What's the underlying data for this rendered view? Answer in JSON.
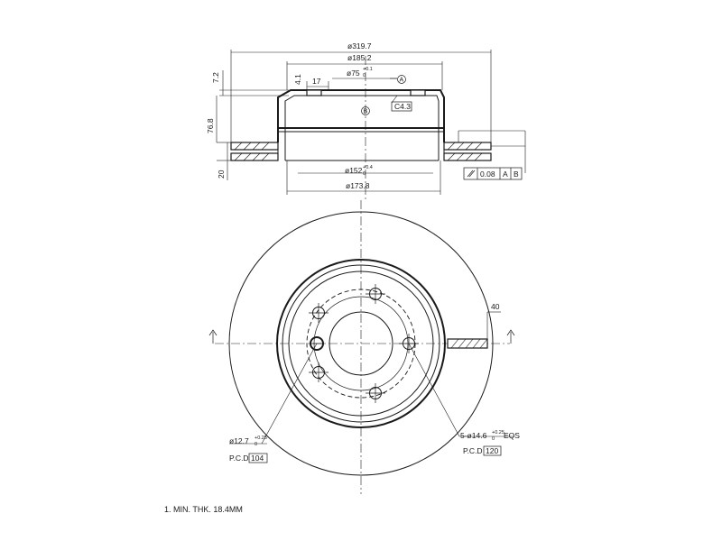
{
  "dimensions": {
    "outer_diameter": "ø319.7",
    "hat_diameter": "ø185.2",
    "center_bore": "ø75",
    "center_bore_tol": "+0.1",
    "center_bore_tol_low": "0",
    "offset_17": "17",
    "thickness_4_1": "4.1",
    "height_7_2": "7.2",
    "height_76_8": "76.8",
    "thickness_20": "20",
    "chamfer": "C4.3",
    "inner_diameter": "ø152",
    "inner_diameter_tol": "+0.4",
    "inner_diameter_tol_low": "0",
    "drum_diameter": "ø173.8",
    "vent_width": "40"
  },
  "datums": {
    "a": "A",
    "b": "B"
  },
  "tolerance_frame": {
    "value": "0.08",
    "datum_1": "A",
    "datum_2": "B"
  },
  "bolt_holes": {
    "callout": "5-ø14.6",
    "tol": "+0.25",
    "tol_low": "0",
    "suffix": "EQS",
    "pcd_label": "P.C.D",
    "pcd_value": "120"
  },
  "locator_hole": {
    "callout": "ø12.7",
    "tol": "+0.25",
    "tol_low": "0",
    "pcd_label": "P.C.D",
    "pcd_value": "104"
  },
  "notes": [
    "1. MIN. THK. 18.4MM"
  ]
}
